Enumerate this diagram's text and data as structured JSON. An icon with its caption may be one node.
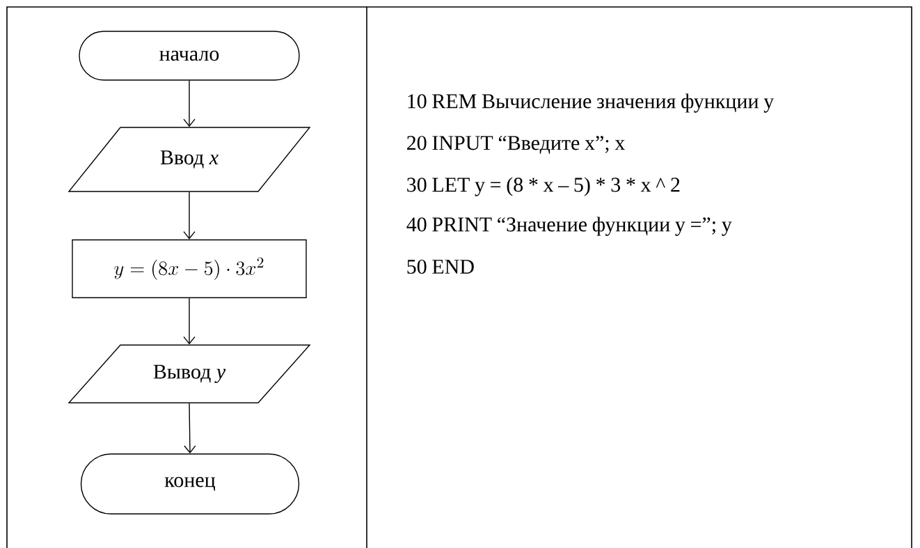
{
  "diagram": {
    "nodes": [
      {
        "text": [
          "начало"
        ]
      },
      {
        "text": [
          "Ввод *x*"
        ]
      },
      {
        "text": [
          "y = (8x - 5) \\cdot 3x^{2}"
        ]
      },
      {
        "text": [
          "Вывод *y*"
        ]
      },
      {
        "text": [
          "конец"
        ]
      }
    ],
    "edges": [
      {
        "from": 0,
        "to": 1,
        "arrow": "to"
      },
      {
        "from": 1,
        "to": 2,
        "arrow": "to"
      },
      {
        "from": 2,
        "to": 3,
        "arrow": "to"
      },
      {
        "from": 3,
        "to": 4,
        "arrow": "to"
      }
    ],
    "labels": [
      "10 REM Вычисление значения функции y",
      "20 INPUT “Введите x”; x",
      "30 LET y = (8 * x – 5) * 3 * x ^ 2",
      "40 PRINT “Значение функции y =”; y",
      "50 END"
    ]
  }
}
